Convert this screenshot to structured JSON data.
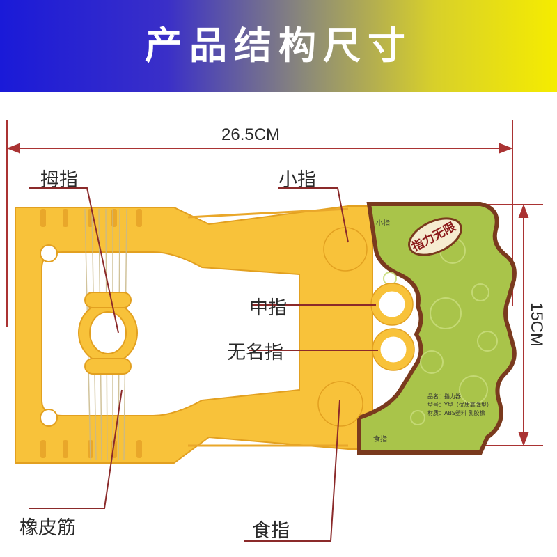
{
  "banner": {
    "title": "产品结构尺寸",
    "colors": {
      "left": "#1a1ad8",
      "right": "#f5ec00"
    }
  },
  "dimensions": {
    "width": "26.5CM",
    "height": "15CM"
  },
  "labels": {
    "thumb": "拇指",
    "little": "小指",
    "middle": "中指",
    "ring": "无名指",
    "band": "橡皮筋",
    "index": "食指"
  },
  "card": {
    "brand": "指力无限",
    "corner_top": "小指",
    "corner_bottom": "食指",
    "lines": [
      "品名：指力器",
      "型号：Y型（优质高弹型）",
      "材质：ABS塑料  乳胶橡"
    ]
  },
  "colors": {
    "frame": "#f8c23a",
    "frame_shade": "#e9a72a",
    "card": "#a9c44a",
    "card_border": "#7a3a1e",
    "leader": "#8b2a2a"
  }
}
